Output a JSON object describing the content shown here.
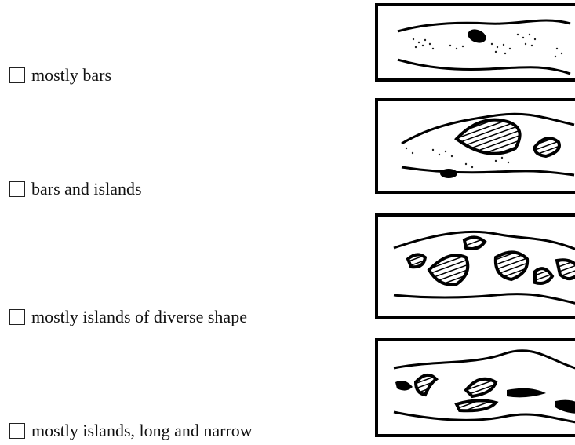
{
  "options": [
    {
      "label": "mostly bars",
      "checked": false,
      "diagram_icon": "mostly-bars-diagram"
    },
    {
      "label": "bars and islands",
      "checked": false,
      "diagram_icon": "bars-and-islands-diagram"
    },
    {
      "label": "mostly islands of diverse shape",
      "checked": false,
      "diagram_icon": "islands-diverse-diagram"
    },
    {
      "label": "mostly islands, long and narrow",
      "checked": false,
      "diagram_icon": "islands-long-narrow-diagram"
    }
  ],
  "colors": {
    "ink": "#000000",
    "paper": "#ffffff"
  }
}
